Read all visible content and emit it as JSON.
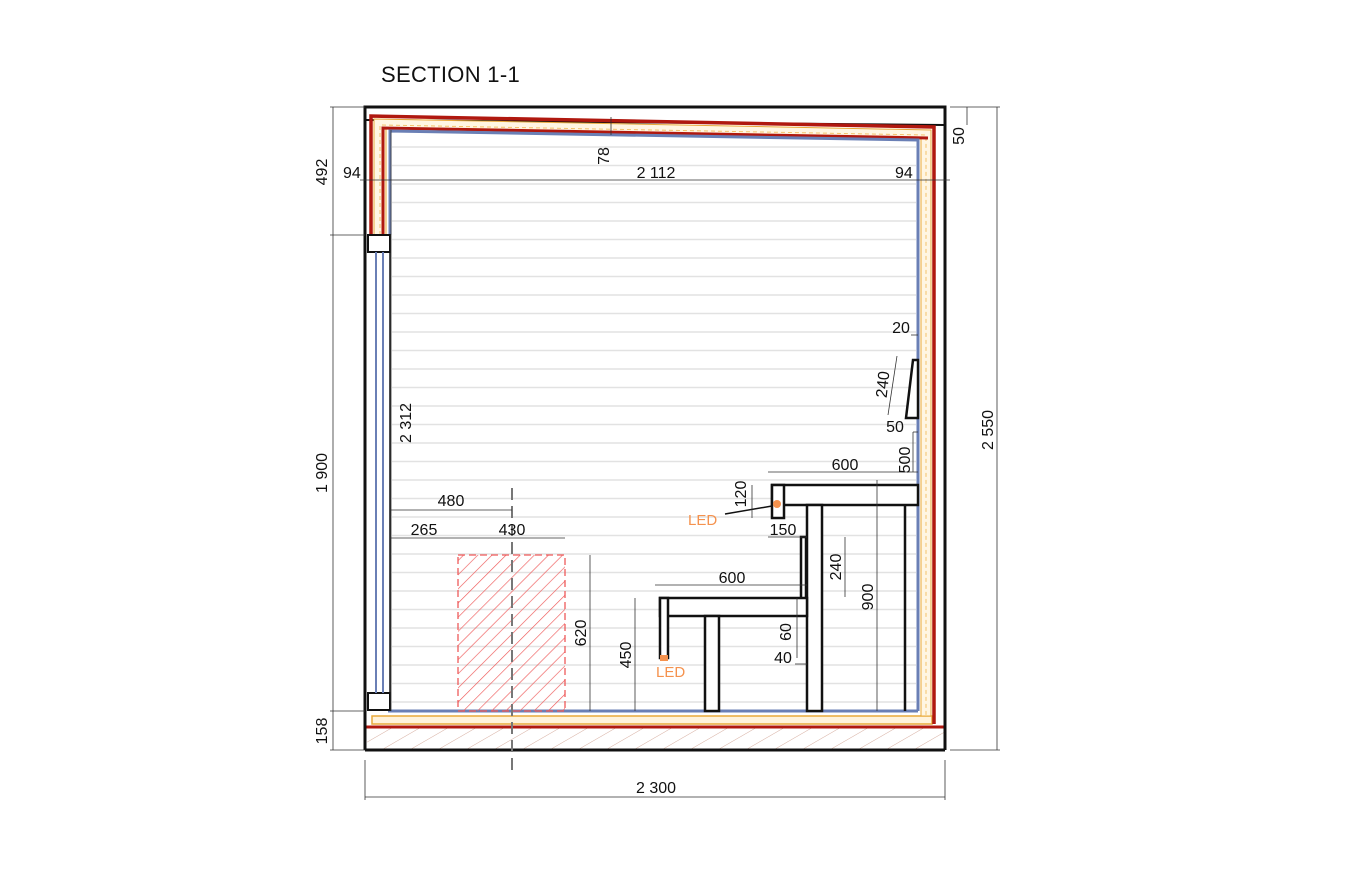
{
  "title": "SECTION 1-1",
  "colors": {
    "outer": "#111111",
    "membrane": "#b0180f",
    "insulation": "#e8a93a",
    "lining": "#6a7fb5",
    "led": "#f5924e",
    "zone": "#ef5a5a"
  },
  "dimensions": {
    "top_left_height": "492",
    "left_wall": "94",
    "interior_width": "2 112",
    "right_wall": "94",
    "roof_slope": "78",
    "roof_offset": "50",
    "total_height": "2 550",
    "window_height": "1 900",
    "floor": "158",
    "interior_height": "2 312",
    "zone_center": "480",
    "zone_offset": "265",
    "zone_width": "430",
    "zone_height": "620",
    "low_bench_height": "450",
    "low_bench_depth": "600",
    "high_bench_depth": "600",
    "high_bench_apron": "120",
    "step_offset": "150",
    "step_height": "240",
    "high_bench_height": "900",
    "slat_60": "60",
    "slat_40": "40",
    "backrest_gap": "20",
    "backrest_height": "240",
    "backrest_bottom": "50",
    "backrest_to_bench": "500",
    "total_width": "2 300"
  },
  "labels": {
    "led_upper": "LED",
    "led_lower": "LED"
  }
}
